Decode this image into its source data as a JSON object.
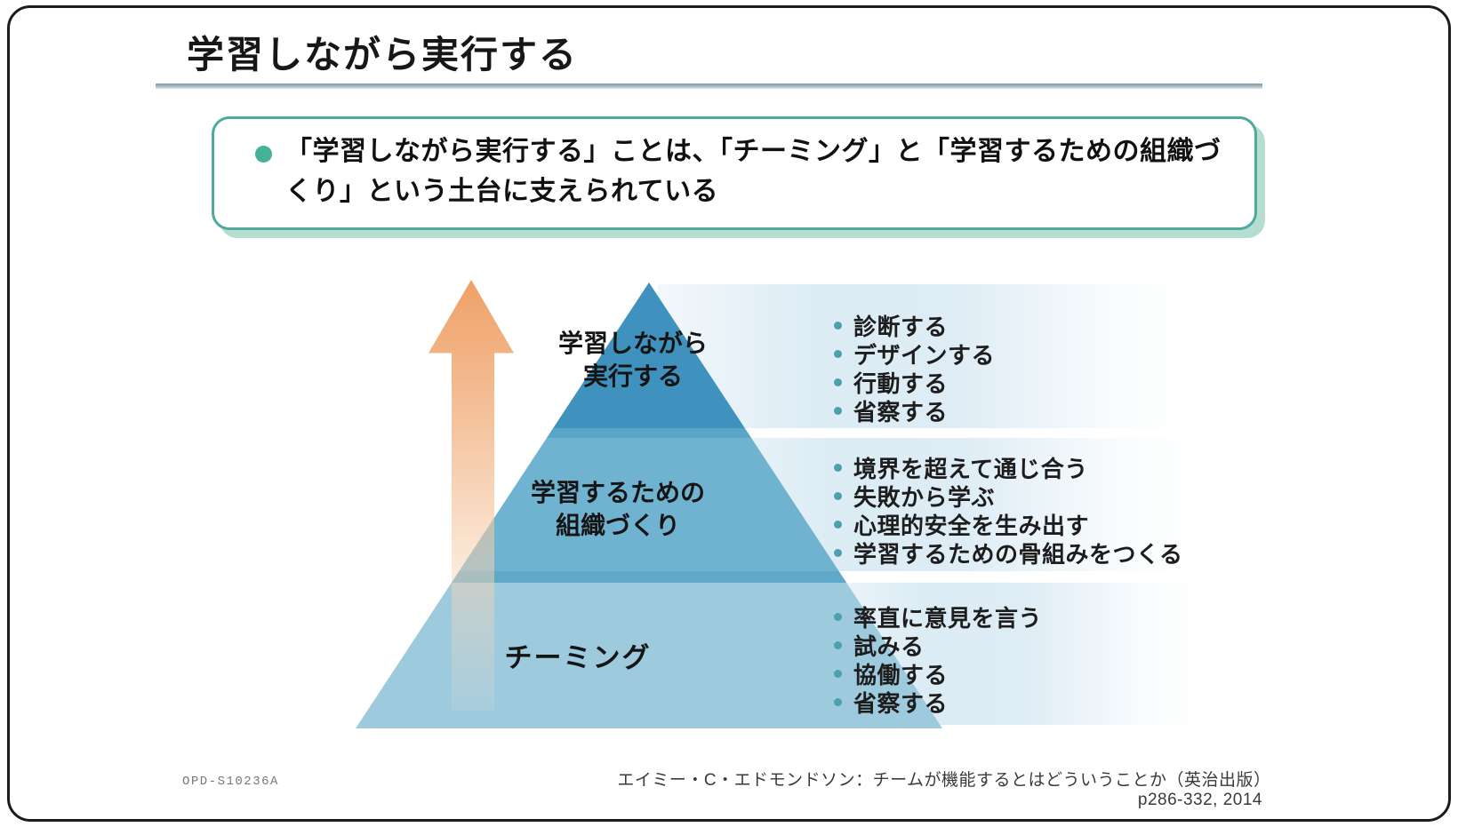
{
  "title": "学習しながら実行する",
  "callout": {
    "text": "「学習しながら実行する」ことは、「チーミング」と「学習するための組織づくり」という土台に支えられている"
  },
  "pyramid": {
    "arrow_direction": "up",
    "tiers": [
      {
        "label_lines": [
          "学習しながら",
          "実行する"
        ],
        "bullets": [
          "診断する",
          "デザインする",
          "行動する",
          "省察する"
        ]
      },
      {
        "label_lines": [
          "学習するための",
          "組織づくり"
        ],
        "bullets": [
          "境界を超えて通じ合う",
          "失敗から学ぶ",
          "心理的安全を生み出す",
          "学習するための骨組みをつくる"
        ]
      },
      {
        "label_lines": [
          "チーミング"
        ],
        "bullets": [
          "率直に意見を言う",
          "試みる",
          "協働する",
          "省察する"
        ]
      }
    ]
  },
  "footer": {
    "doc_code": "OPD-S10236A",
    "citation": "エイミー・C・エドモンドソン：チームが機能するとはどういうことか（英治出版）p286-332, 2014"
  },
  "colors": {
    "tier1_blue": "#3e92bd",
    "tier2_blue": "#6fb3d0",
    "tier3_blue": "#9ecadd",
    "divider_blue": "#58a5c6",
    "band_blue": "#cde3f0",
    "callout_border_teal": "#4fa99e",
    "callout_shadow_teal": "#b5ddd2",
    "callout_dot_teal": "#45b199",
    "list_dot_teal": "#4c9fb0",
    "arrow_orange": "#ee9d61"
  }
}
